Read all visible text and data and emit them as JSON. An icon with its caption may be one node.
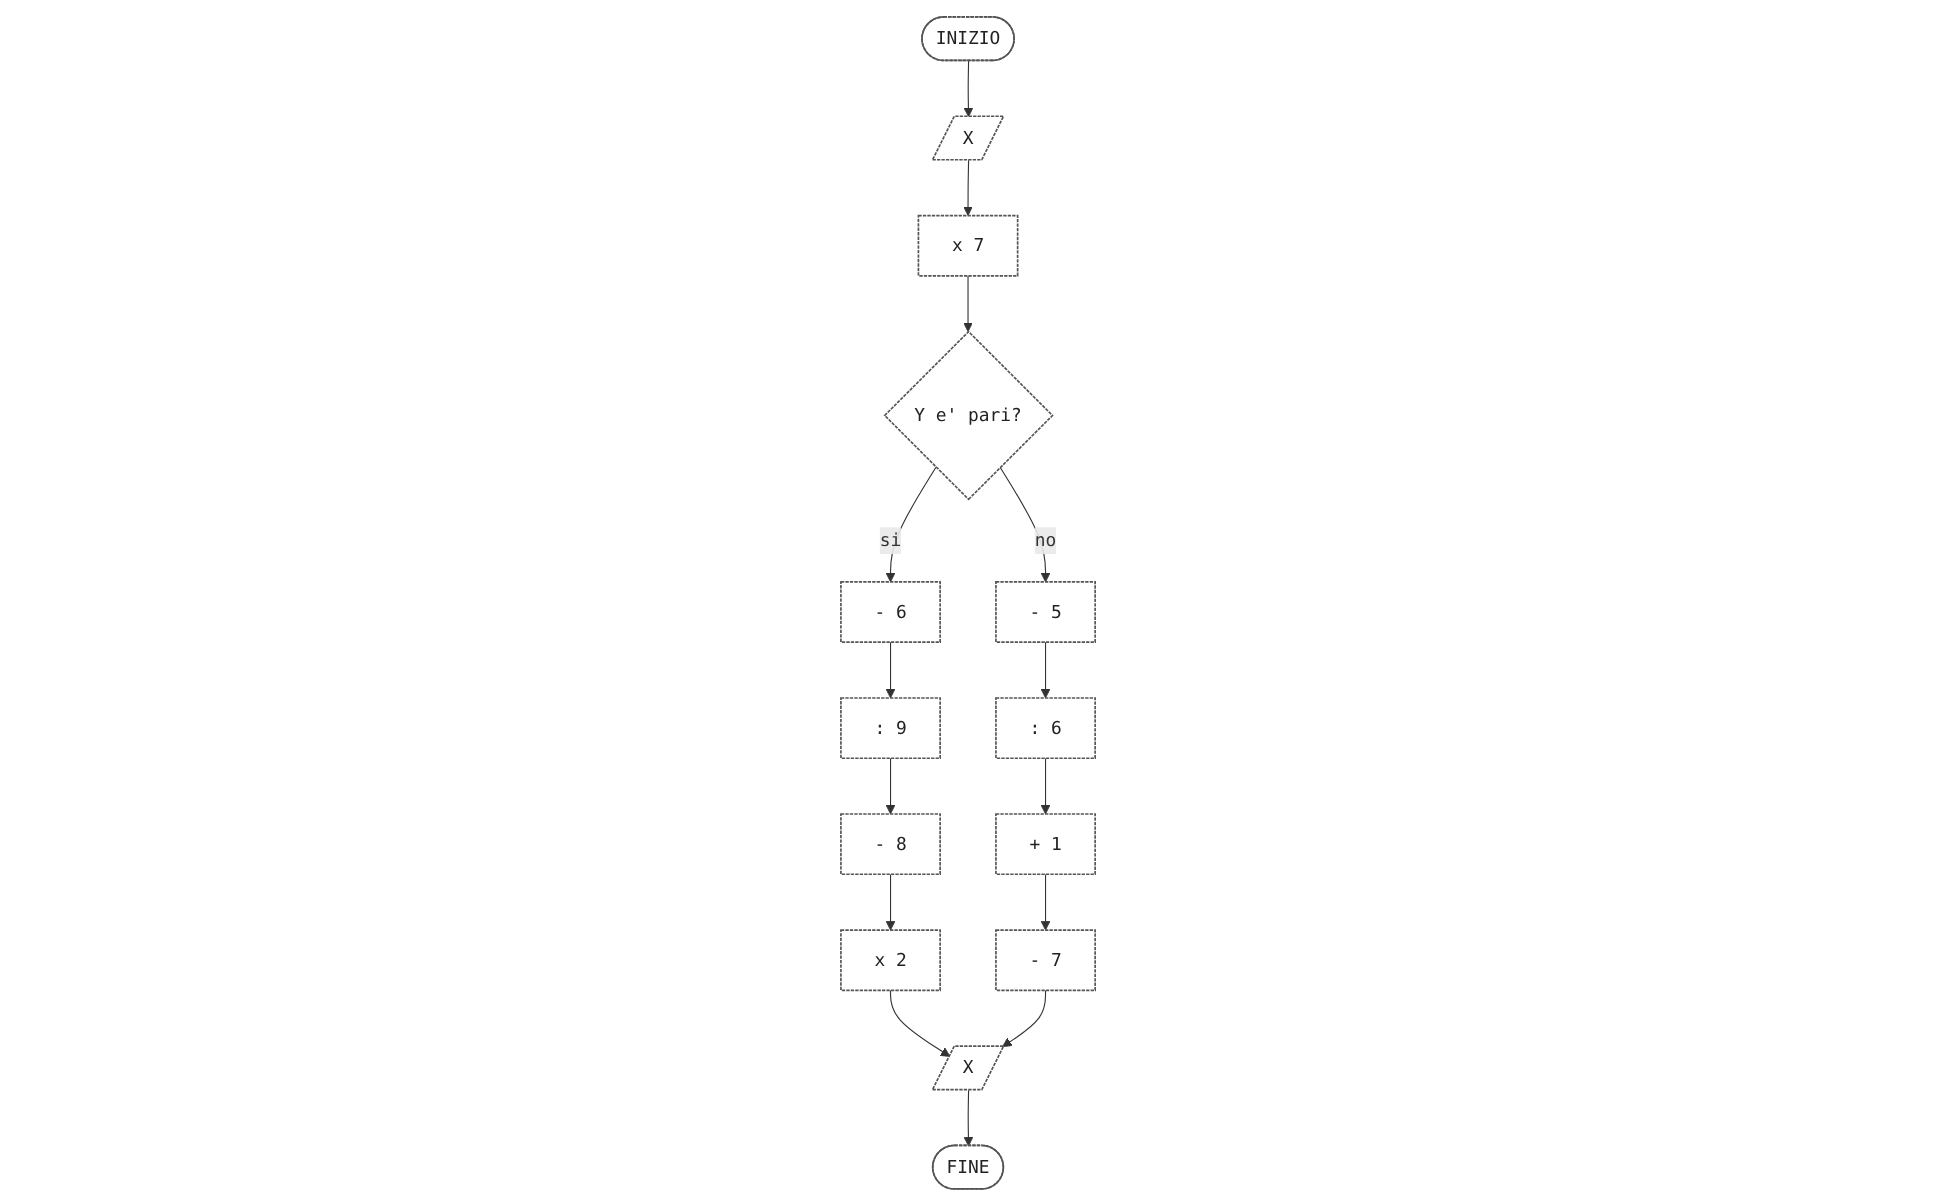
{
  "diagram": {
    "nodes": [
      {
        "text": [
          "INIZIO"
        ]
      },
      {
        "text": [
          "X"
        ]
      },
      {
        "text": [
          "x 7"
        ]
      },
      {
        "text": [
          "Y e' pari?"
        ]
      },
      {
        "text": [
          "- 6"
        ]
      },
      {
        "text": [
          ": 9"
        ]
      },
      {
        "text": [
          "- 8"
        ]
      },
      {
        "text": [
          "x 2"
        ]
      },
      {
        "text": [
          "- 5"
        ]
      },
      {
        "text": [
          ": 6"
        ]
      },
      {
        "text": [
          "+ 1"
        ]
      },
      {
        "text": [
          "- 7"
        ]
      },
      {
        "text": [
          "X"
        ]
      },
      {
        "text": [
          "FINE"
        ]
      }
    ],
    "edges": [
      {
        "from": 0,
        "to": 1,
        "arrow": "to"
      },
      {
        "from": 1,
        "to": 2,
        "arrow": "to"
      },
      {
        "from": 2,
        "to": 3,
        "arrow": "to"
      },
      {
        "from": 3,
        "to": 4,
        "arrow": "to",
        "label": "si"
      },
      {
        "from": 3,
        "to": 8,
        "arrow": "to",
        "label": "no"
      },
      {
        "from": 4,
        "to": 5,
        "arrow": "to"
      },
      {
        "from": 5,
        "to": 6,
        "arrow": "to"
      },
      {
        "from": 6,
        "to": 7,
        "arrow": "to"
      },
      {
        "from": 7,
        "to": 12,
        "arrow": "to"
      },
      {
        "from": 8,
        "to": 9,
        "arrow": "to"
      },
      {
        "from": 9,
        "to": 10,
        "arrow": "to"
      },
      {
        "from": 10,
        "to": 11,
        "arrow": "to"
      },
      {
        "from": 11,
        "to": 12,
        "arrow": "to"
      },
      {
        "from": 12,
        "to": 13,
        "arrow": "to"
      }
    ]
  }
}
